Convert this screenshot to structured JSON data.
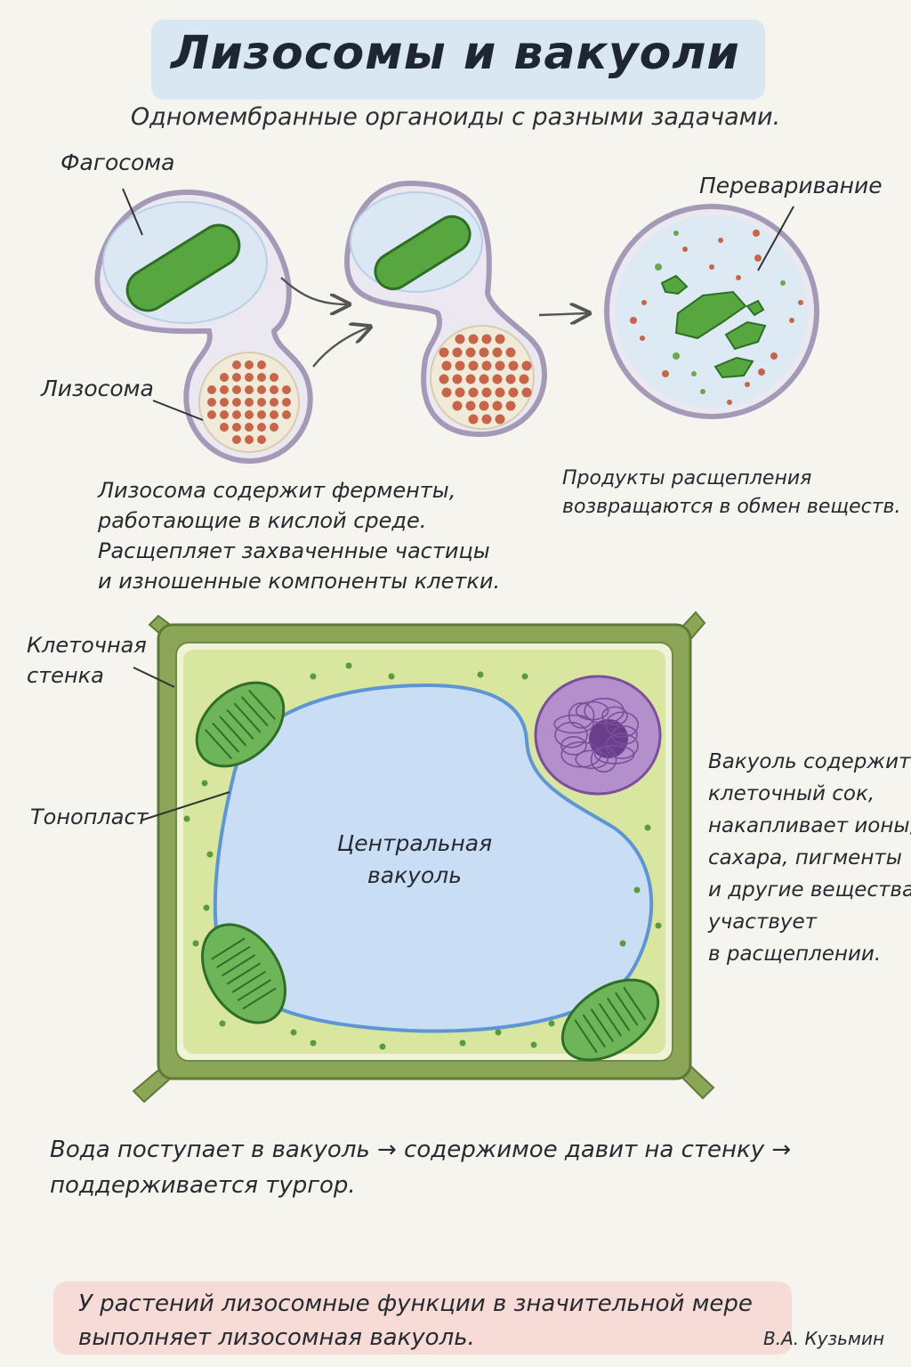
{
  "title": "Лизосомы и вакуоли",
  "subtitle": "Одномембранные органоиды с разными задачами.",
  "digestion": {
    "label_phagosome": "Фагосома",
    "label_lysosome": "Лизосома",
    "label_digestion": "Переваривание",
    "lysosome_text": [
      "Лизосома содержит ферменты,",
      "работающие в кислой среде.",
      "Расщепляет захваченные частицы",
      "и изношенные компоненты клетки."
    ],
    "products_text": [
      "Продукты расщепления",
      "возвращаются в обмен веществ."
    ]
  },
  "plant_cell": {
    "label_wall": [
      "Клеточная",
      "стенка"
    ],
    "label_tonoplast": "Тонопласт",
    "label_vacuole": [
      "Центральная",
      "вакуоль"
    ],
    "vacuole_text": [
      "Вакуоль содержит",
      "клеточный сок,",
      "накапливает ионы,",
      "сахара, пигменты",
      "и другие вещества;",
      "участвует",
      "в расщеплении."
    ]
  },
  "turgor_text": [
    "Вода поступает в вакуоль → содержимое давит на стенку →",
    "поддерживается тургор."
  ],
  "plant_note": [
    "У растений лизосомные функции в значительной мере",
    "выполняет лизосомная вакуоль."
  ],
  "signature": "В.А. Кузьмин",
  "colors": {
    "membrane": "#a49ab8",
    "phagosome_fill": "#dbe8f4",
    "lysosome_fill": "#f2ead8",
    "enzyme": "#c7654a",
    "bacterium": "#58a640",
    "cell_wall": "#8aa656",
    "cytoplasm": "#d9e6a0",
    "vacuole": "#c9def4",
    "nucleus": "#9a6db5",
    "chloroplast": "#4e9a3c"
  }
}
